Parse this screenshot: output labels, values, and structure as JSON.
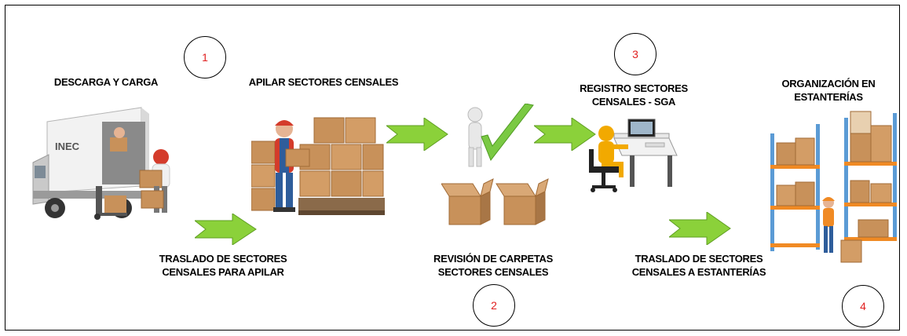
{
  "labels": {
    "descarga": "DESCARGA Y CARGA",
    "apilar": "APILAR SECTORES CENSALES",
    "registro_1": "REGISTRO SECTORES",
    "registro_2": "CENSALES - SGA",
    "organizacion_1": "ORGANIZACIÓN EN",
    "organizacion_2": "ESTANTERÍAS",
    "traslado_apilar_1": "TRASLADO DE SECTORES",
    "traslado_apilar_2": "CENSALES PARA APILAR",
    "revision_1": "REVISIÓN DE CARPETAS",
    "revision_2": "SECTORES CENSALES",
    "traslado_estanterias_1": "TRASLADO DE SECTORES",
    "traslado_estanterias_2": "CENSALES A ESTANTERÍAS"
  },
  "steps": [
    "1",
    "2",
    "3",
    "4"
  ],
  "truck_text": "INEC",
  "colors": {
    "step_number": "#e02020",
    "arrow_fill": "#8bd13a",
    "check_mark": "#7ac943",
    "box": "#c8915a",
    "rack": "#5b9bd5",
    "rack_beam": "#f08a24"
  },
  "icons": [
    "truck-icon",
    "box-stacker-icon",
    "checkmark-figure-icon",
    "computer-operator-icon",
    "warehouse-shelves-icon"
  ]
}
